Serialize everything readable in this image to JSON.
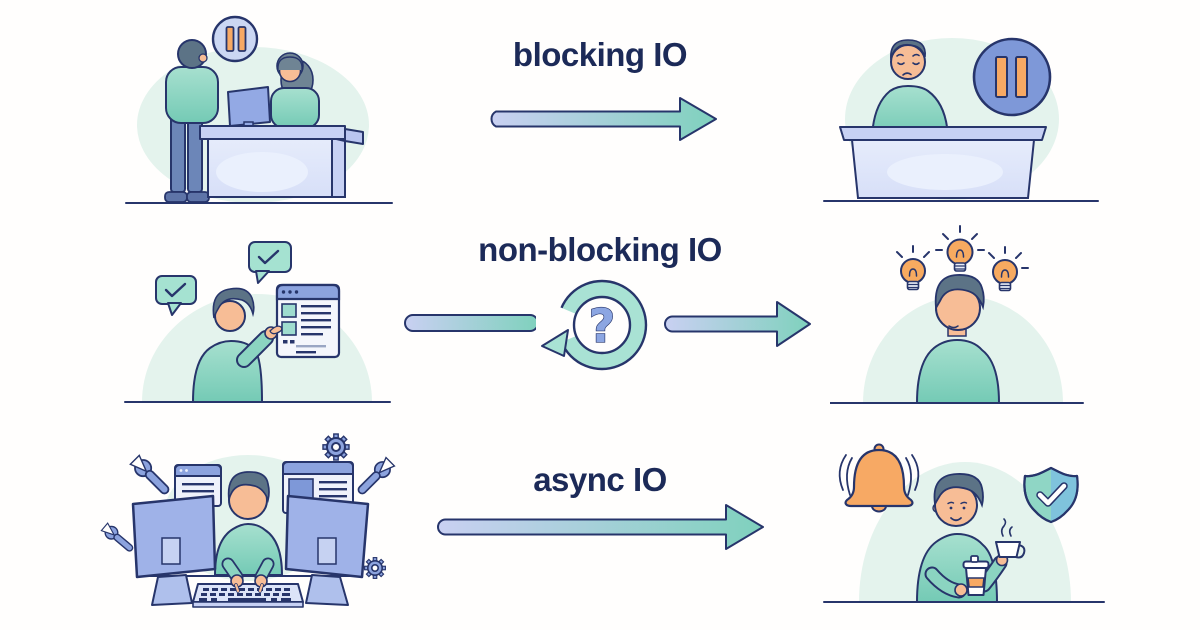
{
  "rows": [
    {
      "id": "blocking-io",
      "title": "blocking IO"
    },
    {
      "id": "non-blocking-io",
      "title": "non-blocking IO"
    },
    {
      "id": "async-io",
      "title": "async IO"
    }
  ],
  "icons": {
    "pause": "pause-icon",
    "refresh": "refresh-arrow-icon",
    "question": "question-mark-icon",
    "check_bubble": "check-speech-bubble-icon",
    "lightbulb": "lightbulb-icon",
    "wrench": "wrench-icon",
    "gear": "gear-icon",
    "bell": "bell-icon",
    "shield_check": "shield-check-icon",
    "browser": "browser-window-icon",
    "monitor": "monitor-icon",
    "keyboard": "keyboard-icon",
    "coffee": "coffee-cup-icon"
  },
  "colors": {
    "title_text": "#1C2A58",
    "outline_navy": "#27356B",
    "mint_background": "#E4F3ED",
    "teal_sweater_top": "#A7E0CF",
    "teal_sweater_bottom": "#74CAB5",
    "teal_light": "#A9E2D4",
    "lavender_desk": "#DFE6FA",
    "lavender_slab": "#C7D1F4",
    "periwinkle": "#7E98D8",
    "periwinkle_light": "#8CA3DE",
    "orange": "#F7A964",
    "skin": "#F7BD96",
    "hair": "#5C7386",
    "pants": "#6C86B8",
    "arrow_gradient_start": "#C9D0F2",
    "arrow_gradient_end": "#7FD1BD",
    "question_mark": "#8CA6E2",
    "shield_left": "#8FD6C5",
    "shield_right": "#7FC3DC"
  }
}
